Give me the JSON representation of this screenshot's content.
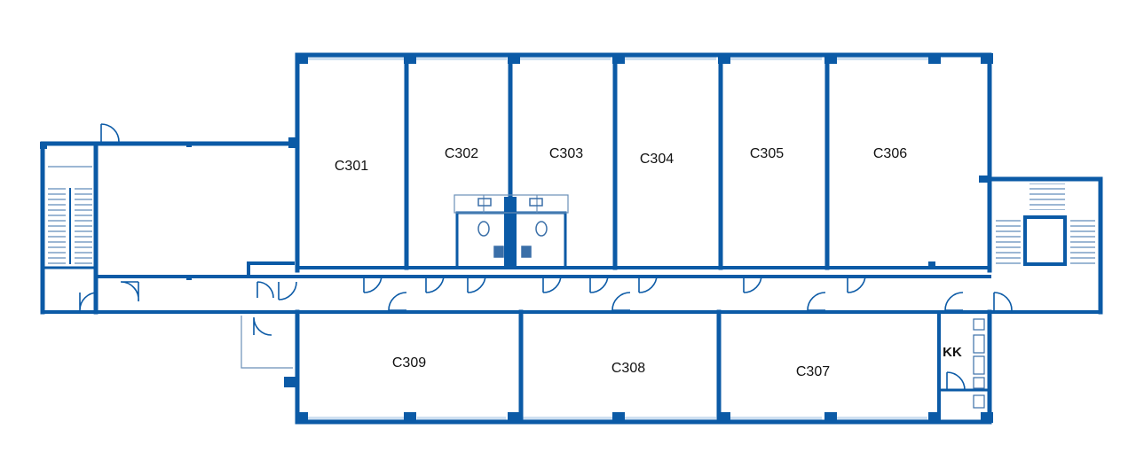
{
  "colors": {
    "wall": "#0b5aa6",
    "window": "#cfe0f1",
    "thin_line": "#6a8fb8",
    "fixture": "#3a6fa8",
    "background": "#ffffff"
  },
  "rooms": [
    {
      "id": "C301",
      "label": "C301"
    },
    {
      "id": "C302",
      "label": "C302"
    },
    {
      "id": "C303",
      "label": "C303"
    },
    {
      "id": "C304",
      "label": "C304"
    },
    {
      "id": "C305",
      "label": "C305"
    },
    {
      "id": "C306",
      "label": "C306"
    },
    {
      "id": "C307",
      "label": "C307"
    },
    {
      "id": "C308",
      "label": "C308"
    },
    {
      "id": "C309",
      "label": "C309"
    },
    {
      "id": "KK",
      "label": "KK"
    }
  ],
  "icons": {
    "door": "door-swing-icon",
    "stairs": "stairs-icon",
    "toilet": "toilet-icon",
    "sink": "sink-icon"
  }
}
